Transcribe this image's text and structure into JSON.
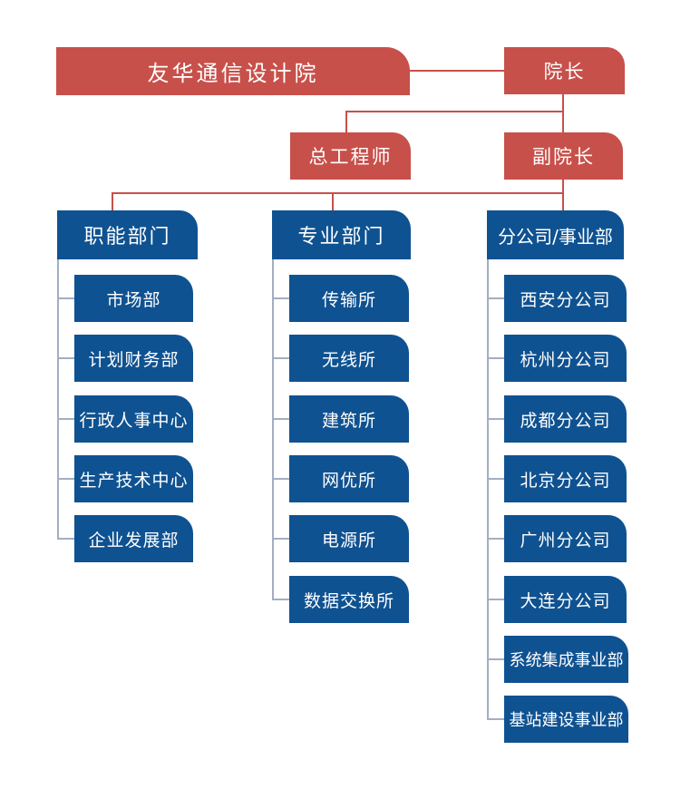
{
  "colors": {
    "node-red": "#C8504A",
    "node-blue": "#0F5291",
    "connector-red": "#C8504A",
    "connector-gray": "#A3AEC0",
    "node-text": "#FFFFFF",
    "background": "#FFFFFF"
  },
  "org": {
    "root": "友华通信设计院",
    "president": "院长",
    "chief_engineer": "总工程师",
    "vice_president": "副院长",
    "columns": [
      {
        "header": "职能部门",
        "items": [
          "市场部",
          "计划财务部",
          "行政人事中心",
          "生产技术中心",
          "企业发展部"
        ]
      },
      {
        "header": "专业部门",
        "items": [
          "传输所",
          "无线所",
          "建筑所",
          "网优所",
          "电源所",
          "数据交换所"
        ]
      },
      {
        "header": "分公司/事业部",
        "items": [
          "西安分公司",
          "杭州分公司",
          "成都分公司",
          "北京分公司",
          "广州分公司",
          "大连分公司",
          "系统集成事业部",
          "基站建设事业部"
        ]
      }
    ]
  }
}
